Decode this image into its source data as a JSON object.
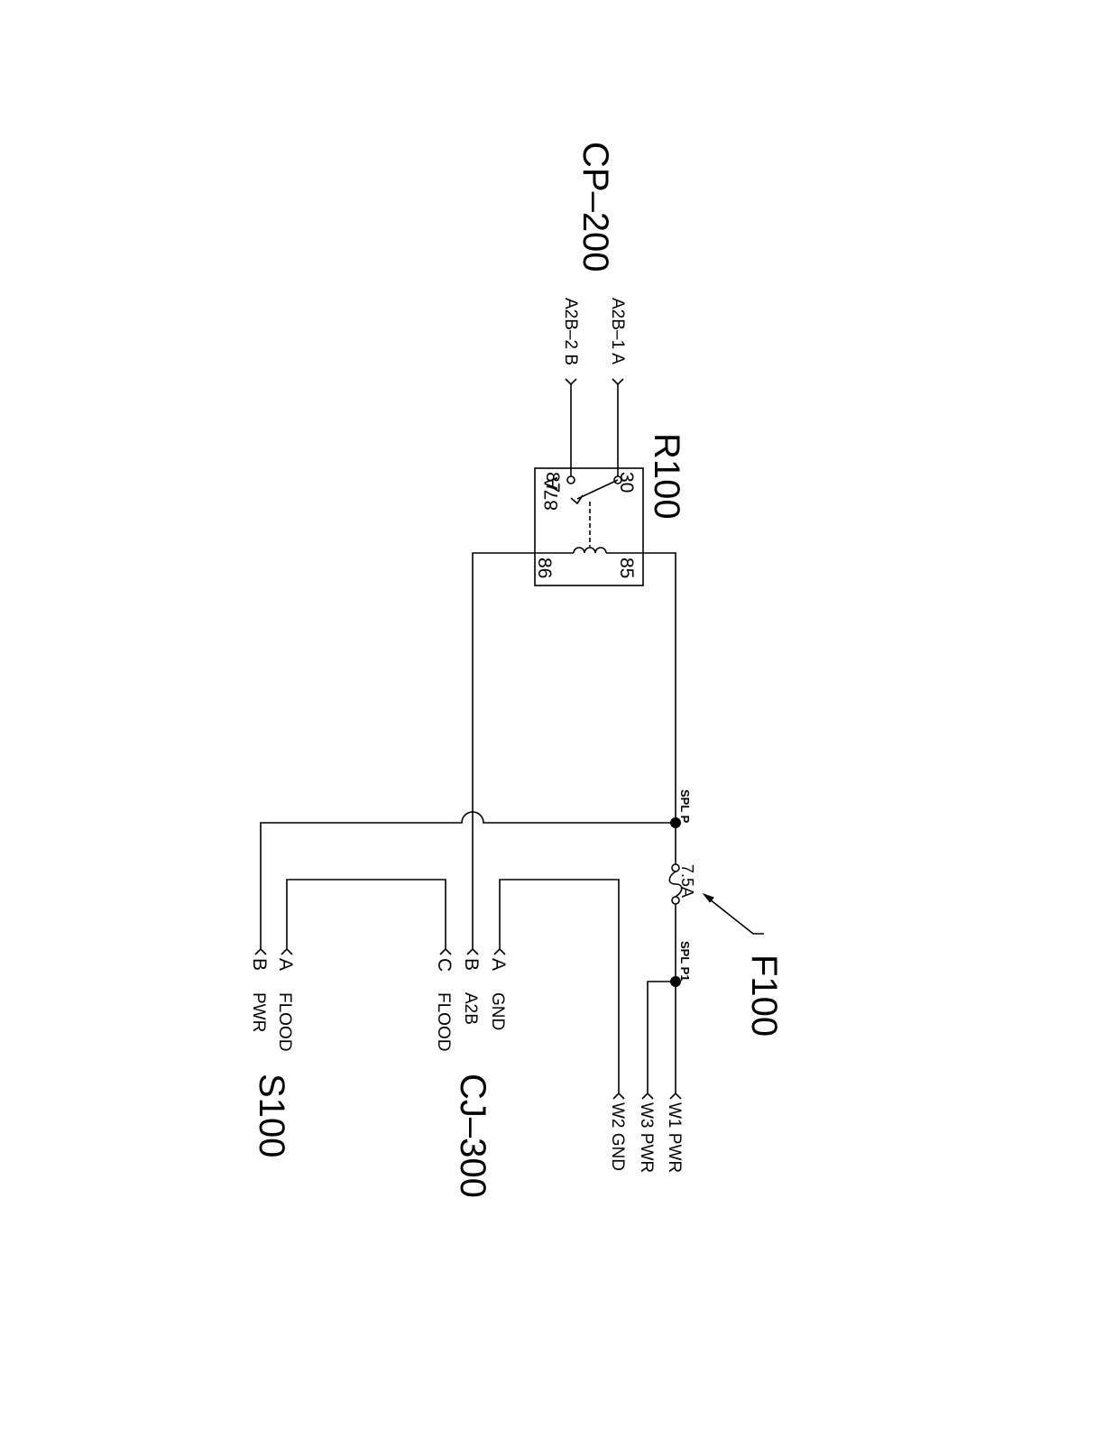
{
  "components": {
    "cp200": {
      "label": "CP–200",
      "pins": [
        "A2B–1 A",
        "A2B–2 B"
      ]
    },
    "r100": {
      "label": "R100",
      "pins": [
        "30",
        "87",
        "87A",
        "85",
        "86"
      ]
    },
    "f100": {
      "label": "F100",
      "rating": "7.5A"
    },
    "splices": [
      "SPL P",
      "SPL P1"
    ],
    "cj300": {
      "label": "CJ–300",
      "pins": [
        {
          "pin": "A",
          "signal": "GND"
        },
        {
          "pin": "B",
          "signal": "A2B"
        },
        {
          "pin": "C",
          "signal": "FLOOD"
        }
      ]
    },
    "s100": {
      "label": "S100",
      "pins": [
        {
          "pin": "A",
          "signal": "FLOOD"
        },
        {
          "pin": "B",
          "signal": "PWR"
        }
      ]
    },
    "wires": [
      "W1 PWR",
      "W3 PWR",
      "W2 GND"
    ]
  }
}
